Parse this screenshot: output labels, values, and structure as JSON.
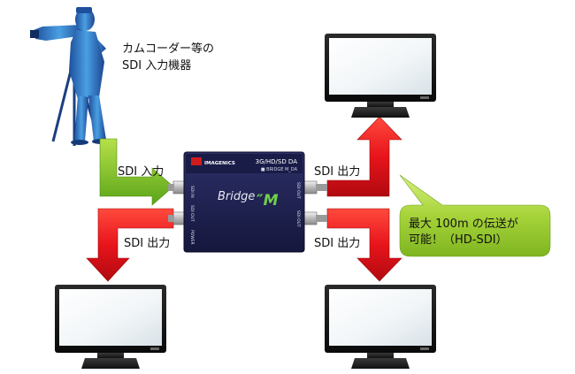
{
  "camera_label": {
    "line1": "カムコーダー等の",
    "line2": "SDI 入力機器"
  },
  "labels": {
    "sdi_in": "SDI 入力",
    "sdi_out_left": "SDI 出力",
    "sdi_out_top_right": "SDI 出力",
    "sdi_out_bottom_right": "SDI 出力"
  },
  "device": {
    "brand": "IMAGENICS",
    "model_top": "3G/HD/SD DA",
    "model_sub": "■ BRIDGE M_DA",
    "product_name": "Bridge",
    "product_mark": "″M",
    "port_sdi_in": "SDI IN",
    "port_sdi_out_left": "SDI OUT",
    "port_power": "POWER",
    "port_sdi_out_right1": "SDI OUT",
    "port_sdi_out_right2": "SDI OUT"
  },
  "callout": {
    "line1": "最大 100m の伝送が",
    "line2": "可能！（HD-SDI）"
  },
  "colors": {
    "arrow_red": "#e8141b",
    "arrow_green": "#7cc21f",
    "device_body": "#1f2150",
    "callout_green": "#a6d33a",
    "camera_blue": "#3d8fd6"
  }
}
